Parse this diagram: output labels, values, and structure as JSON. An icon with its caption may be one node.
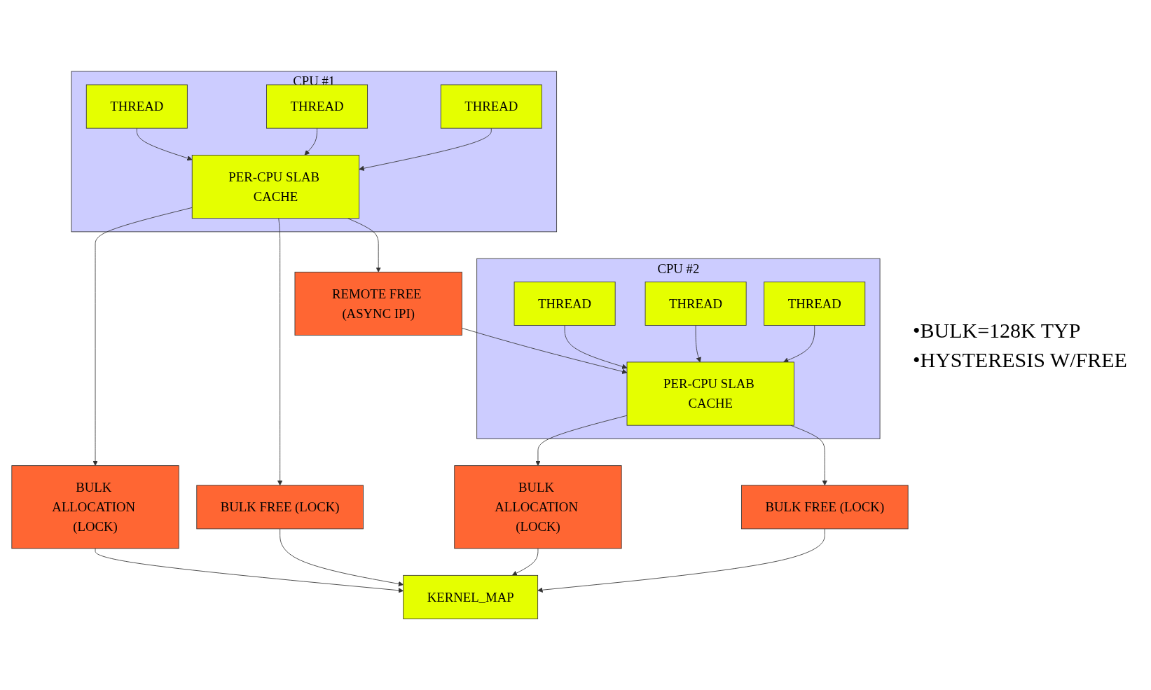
{
  "diagram": {
    "nodes": [
      {
        "text": [
          "CPU #1"
        ]
      },
      {
        "text": [
          "THREAD"
        ],
        "in": 0
      },
      {
        "text": [
          "THREAD"
        ],
        "in": 0
      },
      {
        "text": [
          "THREAD"
        ],
        "in": 0
      },
      {
        "text": [
          "PER-CPU SLAB CACHE"
        ],
        "in": 0
      },
      {
        "text": [
          "REMOTE FREE (ASYNC IPI)"
        ]
      },
      {
        "text": [
          "CPU #2"
        ]
      },
      {
        "text": [
          "THREAD"
        ],
        "in": 6
      },
      {
        "text": [
          "THREAD"
        ],
        "in": 6
      },
      {
        "text": [
          "THREAD"
        ],
        "in": 6
      },
      {
        "text": [
          "PER-CPU SLAB CACHE"
        ],
        "in": 6
      },
      {
        "text": [
          "BULK ALLOCATION (LOCK)"
        ]
      },
      {
        "text": [
          "BULK FREE (LOCK)"
        ]
      },
      {
        "text": [
          "BULK ALLOCATION (LOCK)"
        ]
      },
      {
        "text": [
          "BULK FREE (LOCK)"
        ]
      },
      {
        "text": [
          "KERNEL_MAP"
        ]
      }
    ],
    "edges": [
      {
        "from": 1,
        "to": 4,
        "arrow": "to"
      },
      {
        "from": 2,
        "to": 4,
        "arrow": "to"
      },
      {
        "from": 3,
        "to": 4,
        "arrow": "to"
      },
      {
        "from": 4,
        "to": 5,
        "arrow": "to"
      },
      {
        "from": 5,
        "to": 10,
        "arrow": "to"
      },
      {
        "from": 7,
        "to": 10,
        "arrow": "to"
      },
      {
        "from": 8,
        "to": 10,
        "arrow": "to"
      },
      {
        "from": 9,
        "to": 10,
        "arrow": "to"
      },
      {
        "from": 4,
        "to": 11,
        "arrow": "to"
      },
      {
        "from": 4,
        "to": 12,
        "arrow": "to"
      },
      {
        "from": 10,
        "to": 13,
        "arrow": "to"
      },
      {
        "from": 10,
        "to": 14,
        "arrow": "to"
      },
      {
        "from": 11,
        "to": 15,
        "arrow": "to"
      },
      {
        "from": 12,
        "to": 15,
        "arrow": "to"
      },
      {
        "from": 13,
        "to": 15,
        "arrow": "to"
      },
      {
        "from": 14,
        "to": 15,
        "arrow": "to"
      }
    ],
    "labels": [
      "•BULK=128K TYP",
      "•HYSTERESIS W/FREE"
    ]
  }
}
